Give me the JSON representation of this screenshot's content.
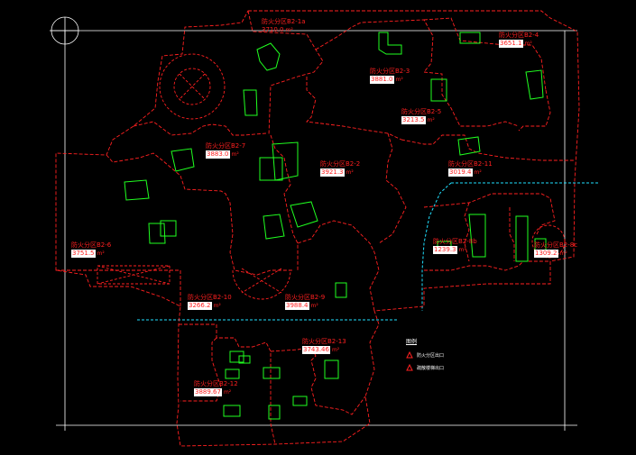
{
  "zones": [
    {
      "id": "b2-1a",
      "name": "防火分区B2-1a",
      "area": "3710.0"
    },
    {
      "id": "b2-4",
      "name": "防火分区B2-4",
      "area": "3651.1"
    },
    {
      "id": "b2-3",
      "name": "防火分区B2-3",
      "area": "3881.0"
    },
    {
      "id": "b2-5",
      "name": "防火分区B2-5",
      "area": "3213.5"
    },
    {
      "id": "b2-7",
      "name": "防火分区B2-7",
      "area": "3883.0"
    },
    {
      "id": "b2-2",
      "name": "防火分区B2-2",
      "area": "3921.3"
    },
    {
      "id": "b2-11",
      "name": "防火分区B2-11",
      "area": "3019.4"
    },
    {
      "id": "b2-6",
      "name": "防火分区B2-6",
      "area": "3751.5"
    },
    {
      "id": "b2-8b",
      "name": "防火分区B2-8b",
      "area": "1239.3"
    },
    {
      "id": "b2-8c",
      "name": "防火分区B2-8c",
      "area": "1309.2"
    },
    {
      "id": "b2-10",
      "name": "防火分区B2-10",
      "area": "3266.2"
    },
    {
      "id": "b2-9",
      "name": "防火分区B2-9",
      "area": "3988.4"
    },
    {
      "id": "b2-13",
      "name": "防火分区B2-13",
      "area": "3743.46"
    },
    {
      "id": "b2-12",
      "name": "防火分区B2-12",
      "area": "3889.67"
    }
  ],
  "unit": "m²",
  "legend": {
    "title": "图例",
    "items": [
      "防火分区出口",
      "疏散楼梯出口"
    ]
  },
  "colors": {
    "boundary": "#ff2020",
    "core": "#20ff20",
    "axis": "#20e0ff",
    "frame": "#ffffff",
    "text": "#ff2020",
    "highlight": "#ffffff"
  }
}
